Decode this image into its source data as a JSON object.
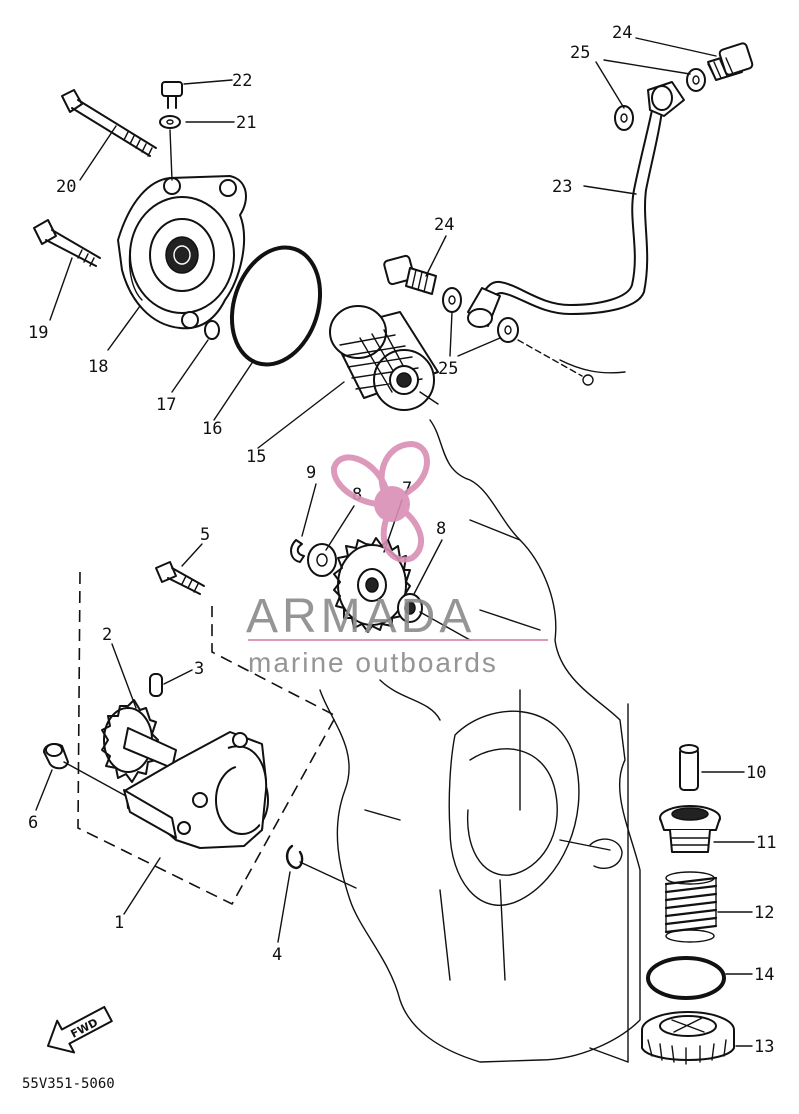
{
  "callouts": [
    "1",
    "2",
    "3",
    "4",
    "5",
    "6",
    "7",
    "8",
    "9",
    "10",
    "11",
    "12",
    "13",
    "14",
    "15",
    "16",
    "17",
    "18",
    "19",
    "20",
    "21",
    "22",
    "23",
    "24",
    "25"
  ],
  "diagram_code": "55V351-5060",
  "fwd_label": "FWD",
  "watermark": {
    "brand": "ARMADA",
    "tagline": "marine outboards",
    "accent_color": "#d98fb5",
    "text_color": "#8a8a8a"
  }
}
